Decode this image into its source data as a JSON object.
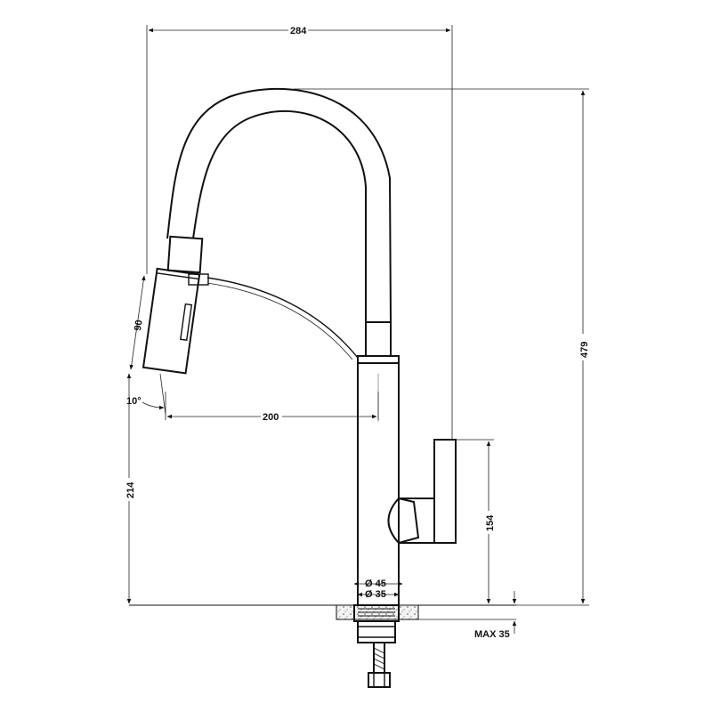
{
  "dimensions": {
    "overall_width": "284",
    "overall_height": "479",
    "spray_head_length": "90",
    "spray_angle": "10°",
    "spout_reach": "200",
    "spout_outlet_height": "214",
    "handle_height": "154",
    "body_outer_diameter": "Ø 45",
    "body_inner_diameter": "Ø 35",
    "max_deck_thickness": "MAX 35"
  }
}
